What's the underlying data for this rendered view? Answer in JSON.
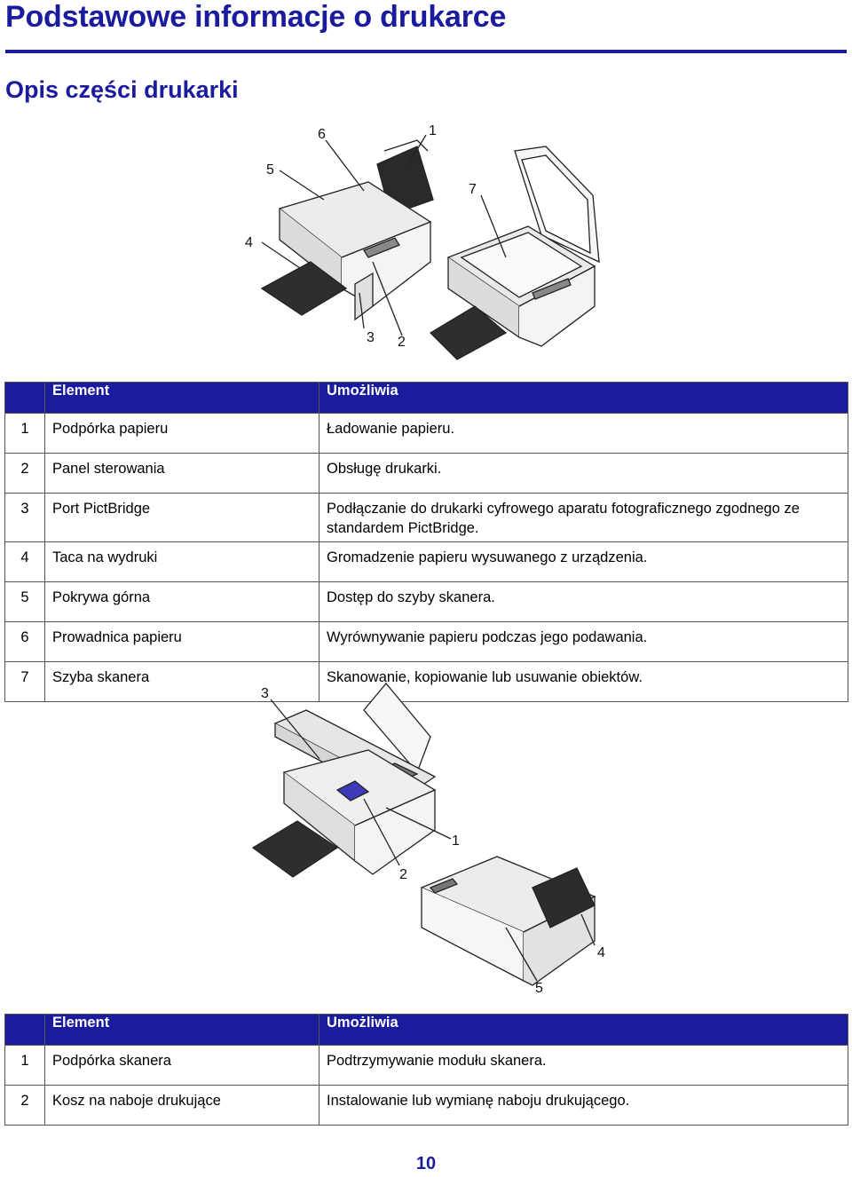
{
  "page": {
    "title": "Podstawowe informacje o drukarce",
    "subtitle": "Opis części drukarki",
    "page_number": "10"
  },
  "figure1": {
    "callouts": [
      "6",
      "1",
      "5",
      "7",
      "4",
      "3",
      "2"
    ]
  },
  "table1": {
    "headers": [
      "",
      "Element",
      "Umożliwia"
    ],
    "rows": [
      {
        "num": "1",
        "element": "Podpórka papieru",
        "desc": "Ładowanie papieru."
      },
      {
        "num": "2",
        "element": "Panel sterowania",
        "desc": "Obsługę drukarki."
      },
      {
        "num": "3",
        "element": "Port PictBridge",
        "desc": "Podłączanie do drukarki cyfrowego aparatu fotograficznego zgodnego ze standardem PictBridge."
      },
      {
        "num": "4",
        "element": "Taca na wydruki",
        "desc": "Gromadzenie papieru wysuwanego z urządzenia."
      },
      {
        "num": "5",
        "element": "Pokrywa górna",
        "desc": "Dostęp do szyby skanera."
      },
      {
        "num": "6",
        "element": "Prowadnica papieru",
        "desc": "Wyrównywanie papieru podczas jego podawania."
      },
      {
        "num": "7",
        "element": "Szyba skanera",
        "desc": "Skanowanie, kopiowanie lub usuwanie obiektów."
      }
    ]
  },
  "figure2": {
    "callouts": [
      "3",
      "1",
      "2",
      "4",
      "5"
    ]
  },
  "table2": {
    "headers": [
      "",
      "Element",
      "Umożliwia"
    ],
    "rows": [
      {
        "num": "1",
        "element": "Podpórka skanera",
        "desc": "Podtrzymywanie modułu skanera."
      },
      {
        "num": "2",
        "element": "Kosz na naboje drukujące",
        "desc": "Instalowanie lub wymianę naboju drukującego."
      }
    ]
  },
  "colors": {
    "accent": "#1b1b9e",
    "header_text": "#ffffff"
  }
}
